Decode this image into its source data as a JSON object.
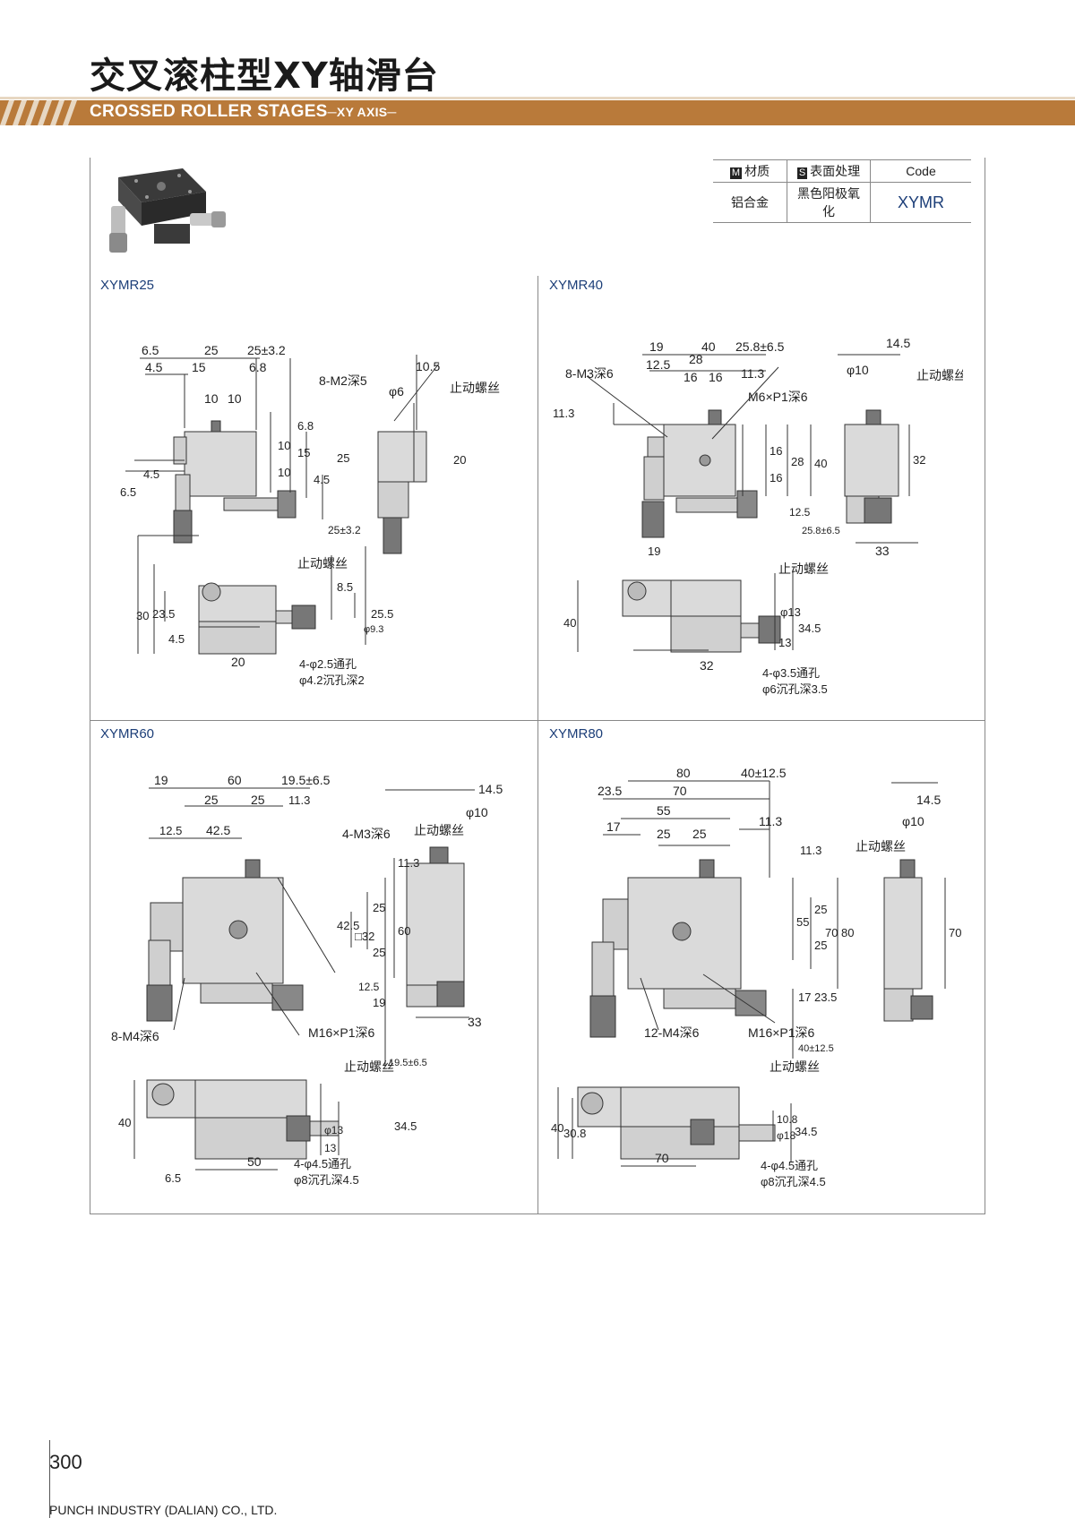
{
  "page": {
    "title": "交叉滚柱型XY轴滑台",
    "subtitle_main": "CROSSED ROLLER STAGES",
    "subtitle_suffix": "─XY AXIS─"
  },
  "spec_table": {
    "material_tag": "M",
    "material_header": "材质",
    "surface_tag": "S",
    "surface_header": "表面处理",
    "code_header": "Code",
    "material_value": "铝合金",
    "surface_value": "黑色阳极氧化",
    "code_value": "XYMR"
  },
  "sections": [
    {
      "model": "XYMR25",
      "dims": [
        "6.5",
        "25",
        "25±3.2",
        "4.5",
        "15",
        "6.8",
        "10",
        "10",
        "8-M2深5",
        "10.5",
        "φ6",
        "止动螺丝",
        "6.8",
        "15",
        "10",
        "10",
        "25",
        "4.5",
        "4.5",
        "6.5",
        "20",
        "25±3.2",
        "止动螺丝",
        "30",
        "23.5",
        "4.5",
        "8.5",
        "25.5",
        "φ9.3",
        "20",
        "4-φ2.5通孔",
        "φ4.2沉孔深2"
      ]
    },
    {
      "model": "XYMR40",
      "dims": [
        "19",
        "40",
        "25.8±6.5",
        "14.5",
        "8-M3深6",
        "12.5",
        "28",
        "11.3",
        "16",
        "16",
        "φ10",
        "止动螺丝",
        "11.3",
        "M6×P1深6",
        "16",
        "16",
        "28",
        "40",
        "32",
        "12.5",
        "25.8±6.5",
        "19",
        "33",
        "止动螺丝",
        "40",
        "φ13",
        "34.5",
        "13",
        "32",
        "4-φ3.5通孔",
        "φ6沉孔深3.5"
      ]
    },
    {
      "model": "XYMR60",
      "dims": [
        "19",
        "60",
        "19.5±6.5",
        "14.5",
        "25",
        "25",
        "11.3",
        "φ10",
        "12.5",
        "42.5",
        "4-M3深6",
        "止动螺丝",
        "11.3",
        "42.5",
        "□32",
        "25",
        "25",
        "60",
        "12.5",
        "19",
        "8-M4深6",
        "M16×P1深6",
        "19.5±6.5",
        "33",
        "止动螺丝",
        "40",
        "6.5",
        "50",
        "φ13",
        "13",
        "34.5",
        "4-φ4.5通孔",
        "φ8沉孔深4.5"
      ]
    },
    {
      "model": "XYMR80",
      "dims": [
        "80",
        "40±12.5",
        "23.5",
        "70",
        "14.5",
        "55",
        "17",
        "25",
        "25",
        "11.3",
        "φ10",
        "11.3",
        "止动螺丝",
        "55",
        "25",
        "25",
        "70",
        "80",
        "70",
        "17",
        "23.5",
        "40±12.5",
        "12-M4深6",
        "M16×P1深6",
        "止动螺丝",
        "40",
        "30.8",
        "10.8",
        "φ18",
        "34.5",
        "70",
        "4-φ4.5通孔",
        "φ8沉孔深4.5"
      ]
    }
  ],
  "footer": {
    "page_number": "300",
    "company": "PUNCH INDUSTRY (DALIAN) CO., LTD."
  },
  "colors": {
    "banner": "#b97a3a",
    "banner_light": "#e7d7c2",
    "model_label": "#1c3e78",
    "part_fill": "#d9d9d9",
    "part_dark": "#555555"
  }
}
